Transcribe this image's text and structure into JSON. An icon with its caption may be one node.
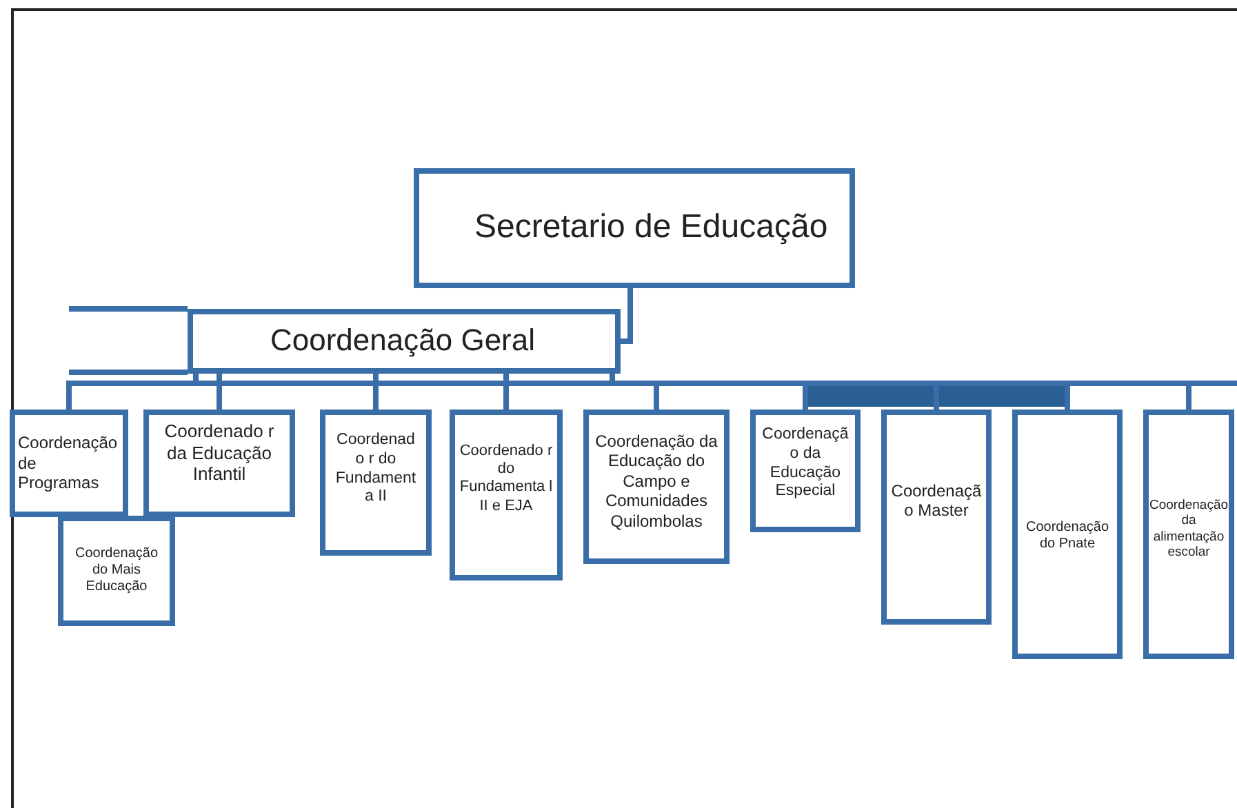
{
  "diagram": {
    "nodes": [
      {
        "text": [
          "Secretario de Educação"
        ]
      },
      {
        "text": [
          "Coordenação Geral"
        ]
      },
      {
        "text": [
          "Coordenação de Programas"
        ]
      },
      {
        "text": [
          "Coordenação do Mais Educação"
        ]
      },
      {
        "text": [
          "Coordenado r da Educação Infantil"
        ]
      },
      {
        "text": [
          "Coordenad o r do Fundament a II"
        ]
      },
      {
        "text": [
          "Coordenado r do Fundamenta l II e EJA"
        ]
      },
      {
        "text": [
          "Coordenação da Educação do Campo e Comunidades Quilombolas"
        ]
      },
      {
        "text": [
          "Coordenaçã o da Educação Especial"
        ]
      },
      {
        "text": [
          "Coordenaçã o Master"
        ]
      },
      {
        "text": [
          "Coordenação do Pnate"
        ]
      },
      {
        "text": [
          "Coordenação da alimentação escolar"
        ]
      }
    ],
    "edges": [
      {
        "from": 0,
        "to": 1,
        "arrow": "none"
      },
      {
        "from": 1,
        "to": 2,
        "arrow": "none"
      },
      {
        "from": 1,
        "to": 4,
        "arrow": "none"
      },
      {
        "from": 1,
        "to": 5,
        "arrow": "none"
      },
      {
        "from": 1,
        "to": 6,
        "arrow": "none"
      },
      {
        "from": 1,
        "to": 7,
        "arrow": "none"
      },
      {
        "from": 1,
        "to": 8,
        "arrow": "none"
      },
      {
        "from": 1,
        "to": 9,
        "arrow": "none"
      },
      {
        "from": 1,
        "to": 10,
        "arrow": "none"
      },
      {
        "from": 1,
        "to": 11,
        "arrow": "none"
      }
    ]
  }
}
